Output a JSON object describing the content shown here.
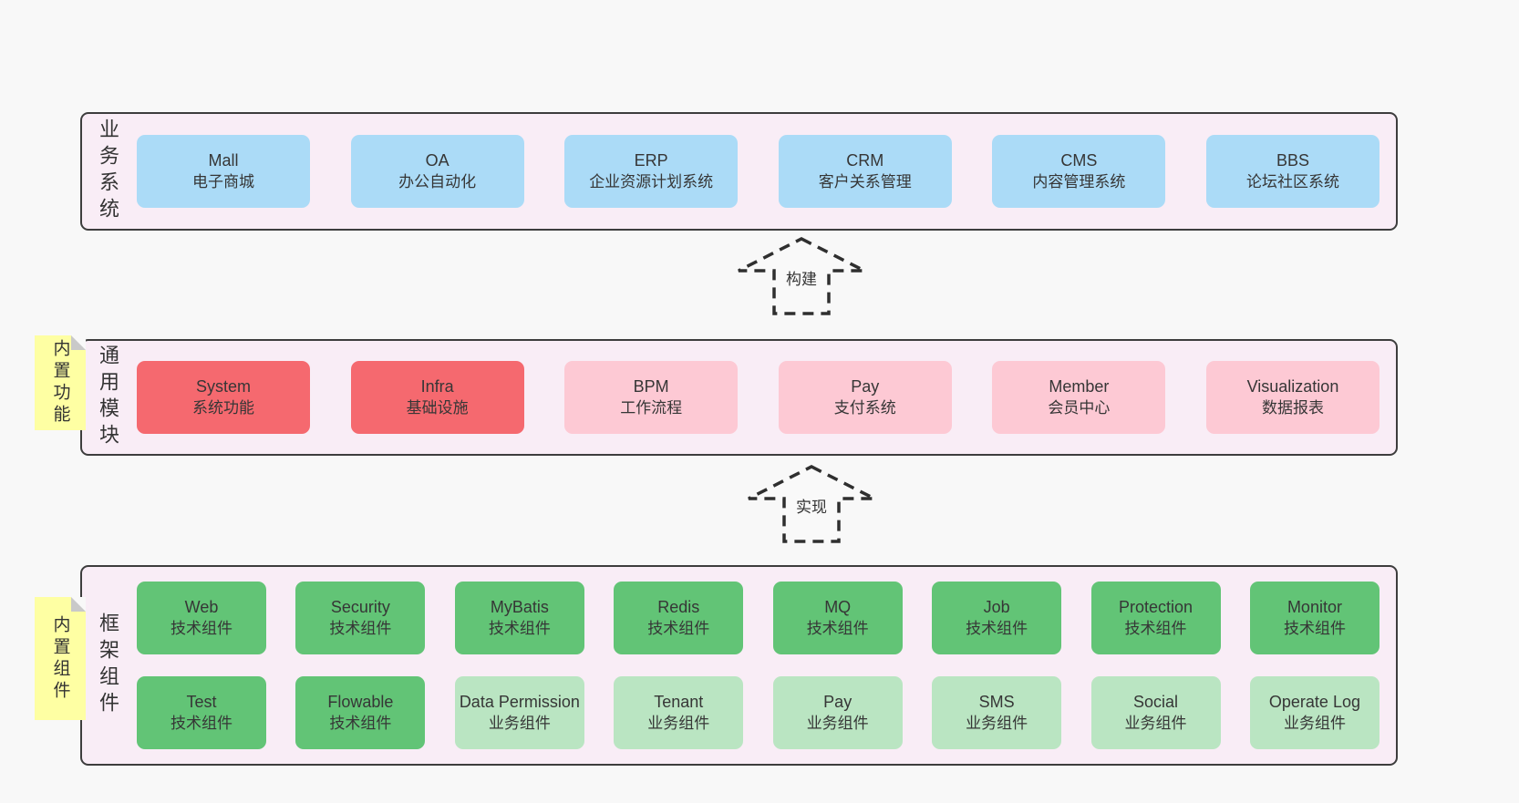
{
  "colors": {
    "page_bg": "#f8f8f8",
    "panel_bg": "#f9edf6",
    "panel_border": "#3d3d3d",
    "system_blue": "#abdbf7",
    "core_red": "#f5696f",
    "module_pink": "#fdc9d4",
    "tech_green": "#62c476",
    "biz_green": "#bae5c2",
    "note_yellow": "#feffa3"
  },
  "arrows": [
    {
      "label": "构建"
    },
    {
      "label": "实现"
    }
  ],
  "s1": {
    "label": "业务系统",
    "items": [
      {
        "name": "Mall",
        "desc": "电子商城"
      },
      {
        "name": "OA",
        "desc": "办公自动化"
      },
      {
        "name": "ERP",
        "desc": "企业资源计划系统"
      },
      {
        "name": "CRM",
        "desc": "客户关系管理"
      },
      {
        "name": "CMS",
        "desc": "内容管理系统"
      },
      {
        "name": "BBS",
        "desc": "论坛社区系统"
      }
    ]
  },
  "s2": {
    "label": "通用模块",
    "note": "内置功能",
    "items": [
      {
        "name": "System",
        "desc": "系统功能"
      },
      {
        "name": "Infra",
        "desc": "基础设施"
      },
      {
        "name": "BPM",
        "desc": "工作流程"
      },
      {
        "name": "Pay",
        "desc": "支付系统"
      },
      {
        "name": "Member",
        "desc": "会员中心"
      },
      {
        "name": "Visualization",
        "desc": "数据报表"
      }
    ]
  },
  "s3": {
    "label": "框架组件",
    "note": "内置组件",
    "row1": [
      {
        "name": "Web",
        "desc": "技术组件"
      },
      {
        "name": "Security",
        "desc": "技术组件"
      },
      {
        "name": "MyBatis",
        "desc": "技术组件"
      },
      {
        "name": "Redis",
        "desc": "技术组件"
      },
      {
        "name": "MQ",
        "desc": "技术组件"
      },
      {
        "name": "Job",
        "desc": "技术组件"
      },
      {
        "name": "Protection",
        "desc": "技术组件"
      },
      {
        "name": "Monitor",
        "desc": "技术组件"
      }
    ],
    "row2": [
      {
        "name": "Test",
        "desc": "技术组件"
      },
      {
        "name": "Flowable",
        "desc": "技术组件"
      },
      {
        "name": "Data Permission",
        "desc": "业务组件"
      },
      {
        "name": "Tenant",
        "desc": "业务组件"
      },
      {
        "name": "Pay",
        "desc": "业务组件"
      },
      {
        "name": "SMS",
        "desc": "业务组件"
      },
      {
        "name": "Social",
        "desc": "业务组件"
      },
      {
        "name": "Operate Log",
        "desc": "业务组件"
      }
    ]
  }
}
